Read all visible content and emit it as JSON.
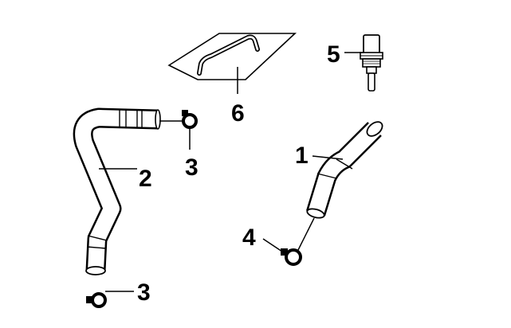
{
  "diagram": {
    "parts": [
      {
        "id": "hose-1",
        "callout": "1"
      },
      {
        "id": "hose-2",
        "callout": "2"
      },
      {
        "id": "clamp-3-upper",
        "callout": "3"
      },
      {
        "id": "clamp-3-lower",
        "callout": "3"
      },
      {
        "id": "clamp-4",
        "callout": "4"
      },
      {
        "id": "sensor-5",
        "callout": "5"
      },
      {
        "id": "pipe-6",
        "callout": "6"
      }
    ]
  },
  "colors": {
    "line": "#000000",
    "part_fill": "#ffffff",
    "background": "#ffffff"
  }
}
